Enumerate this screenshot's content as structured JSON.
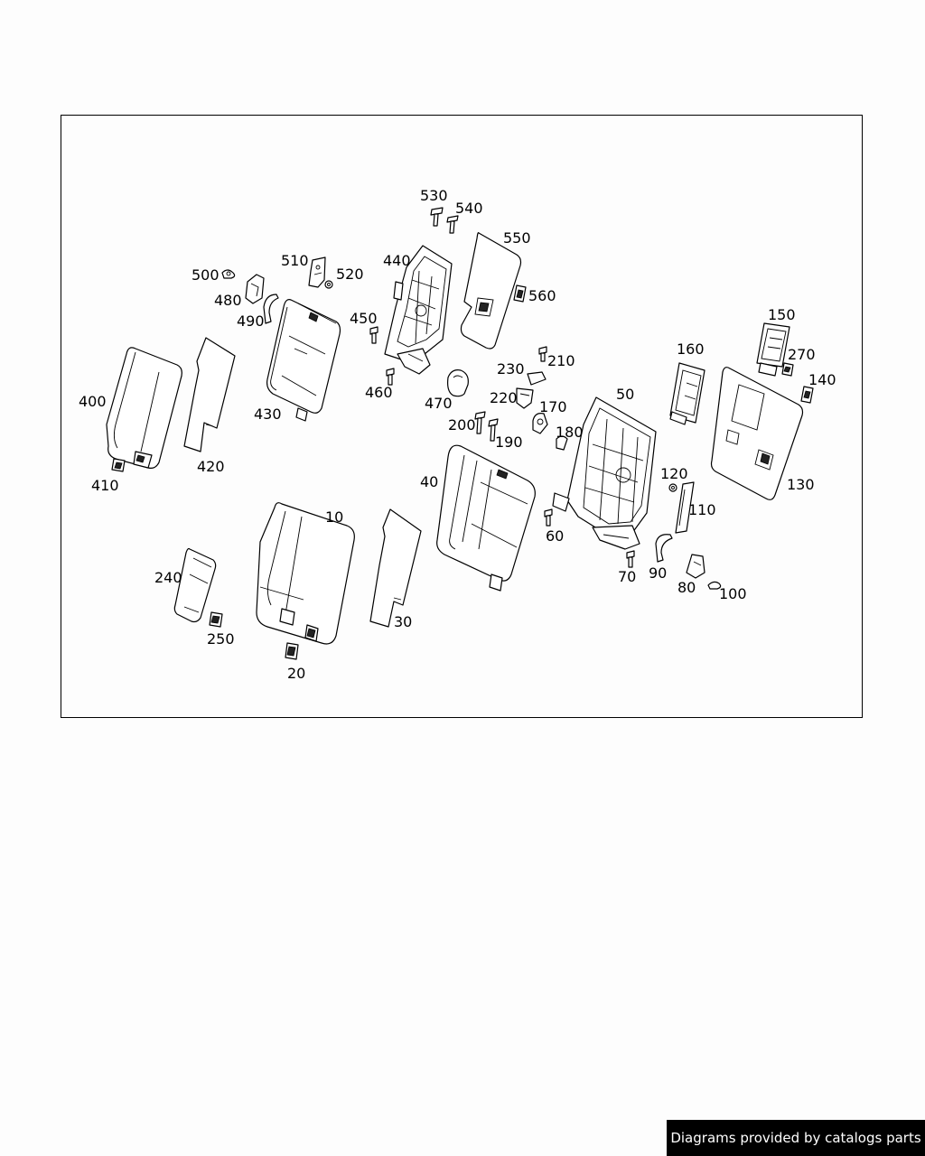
{
  "diagram": {
    "callouts": [
      {
        "id": "530",
        "label": "530"
      },
      {
        "id": "540",
        "label": "540"
      },
      {
        "id": "550",
        "label": "550"
      },
      {
        "id": "500",
        "label": "500"
      },
      {
        "id": "510",
        "label": "510"
      },
      {
        "id": "520",
        "label": "520"
      },
      {
        "id": "440",
        "label": "440"
      },
      {
        "id": "560",
        "label": "560"
      },
      {
        "id": "480",
        "label": "480"
      },
      {
        "id": "490",
        "label": "490"
      },
      {
        "id": "450",
        "label": "450"
      },
      {
        "id": "150",
        "label": "150"
      },
      {
        "id": "160",
        "label": "160"
      },
      {
        "id": "270",
        "label": "270"
      },
      {
        "id": "210",
        "label": "210"
      },
      {
        "id": "230",
        "label": "230"
      },
      {
        "id": "140",
        "label": "140"
      },
      {
        "id": "400",
        "label": "400"
      },
      {
        "id": "460",
        "label": "460"
      },
      {
        "id": "470",
        "label": "470"
      },
      {
        "id": "220",
        "label": "220"
      },
      {
        "id": "170",
        "label": "170"
      },
      {
        "id": "50",
        "label": "50"
      },
      {
        "id": "430",
        "label": "430"
      },
      {
        "id": "200",
        "label": "200"
      },
      {
        "id": "190",
        "label": "190"
      },
      {
        "id": "180",
        "label": "180"
      },
      {
        "id": "420",
        "label": "420"
      },
      {
        "id": "410",
        "label": "410"
      },
      {
        "id": "40",
        "label": "40"
      },
      {
        "id": "120",
        "label": "120"
      },
      {
        "id": "130",
        "label": "130"
      },
      {
        "id": "110",
        "label": "110"
      },
      {
        "id": "10",
        "label": "10"
      },
      {
        "id": "60",
        "label": "60"
      },
      {
        "id": "240",
        "label": "240"
      },
      {
        "id": "90",
        "label": "90"
      },
      {
        "id": "70",
        "label": "70"
      },
      {
        "id": "80",
        "label": "80"
      },
      {
        "id": "100",
        "label": "100"
      },
      {
        "id": "30",
        "label": "30"
      },
      {
        "id": "250",
        "label": "250"
      },
      {
        "id": "20",
        "label": "20"
      }
    ]
  },
  "footer": {
    "credit": "Diagrams provided by catalogs parts"
  }
}
